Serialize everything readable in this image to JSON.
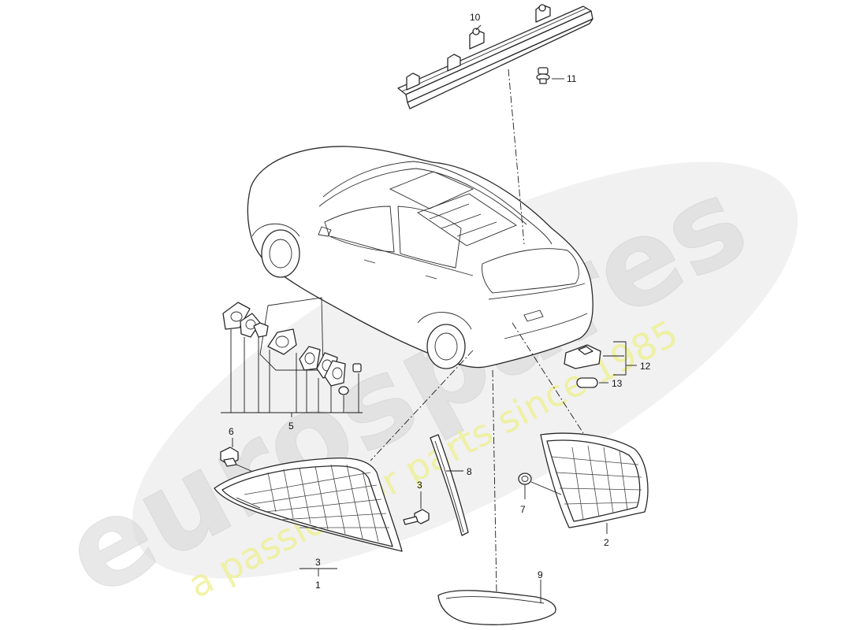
{
  "watermark": {
    "brand": "eurospares",
    "tagline": "a passion for parts since 1985"
  },
  "callouts": {
    "c1": "1",
    "c2": "2",
    "c3a": "3",
    "c3b": "3",
    "c5": "5",
    "c6": "6",
    "c7": "7",
    "c8": "8",
    "c9": "9",
    "c10": "10",
    "c11": "11",
    "c12": "12",
    "c13": "13"
  }
}
